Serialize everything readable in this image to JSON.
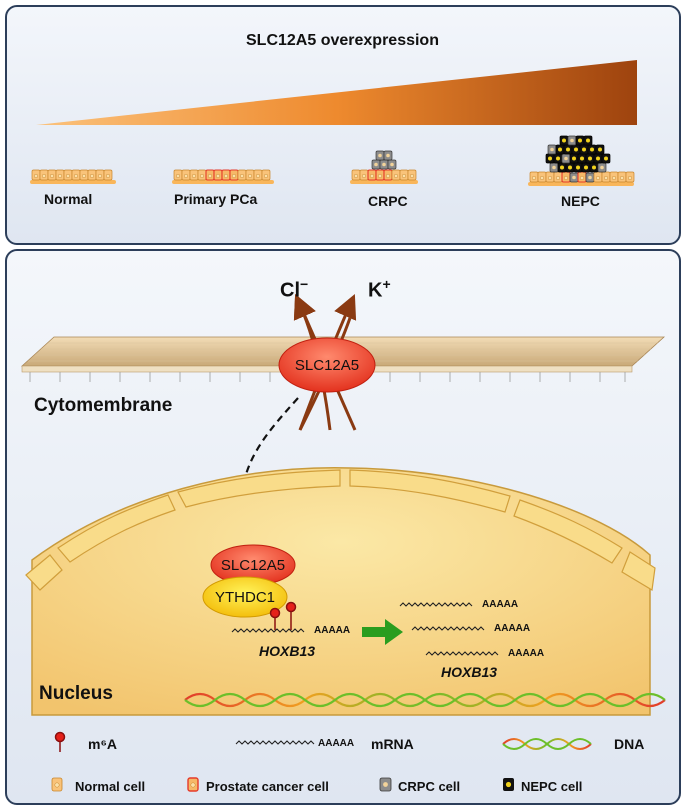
{
  "overview": {
    "title": "SLC12A5 overexpression",
    "stages": [
      "Normal",
      "Primary PCa",
      "CRPC",
      "NEPC"
    ]
  },
  "mechanism": {
    "ions": {
      "chloride": "Cl",
      "chloride_charge": "−",
      "potassium": "K",
      "potassium_charge": "+"
    },
    "transporter": "SLC12A5",
    "membrane_label": "Cytomembrane",
    "nuclear_protein_1": "SLC12A5",
    "nuclear_protein_2": "YTHDC1",
    "gene_label_left": "HOXB13",
    "gene_label_right": "HOXB13",
    "polya": "AAAAA",
    "nucleus_label": "Nucleus"
  },
  "legend": {
    "m6a": "m⁶A",
    "mrna": "mRNA",
    "dna": "DNA",
    "normal_cell": "Normal cell",
    "cancer_cell": "Prostate cancer cell",
    "crpc_cell": "CRPC cell",
    "nepc_cell": "NEPC cell"
  },
  "colors": {
    "panel_border": "#2c3e5a",
    "normal_cell": "#f9c37a",
    "cancer_cell": "#e53b2b",
    "crpc_cell": "#8c8c8c",
    "nepc_cell": "#111111",
    "arrow_green": "#2a9d1f",
    "gradient_start": "#f7a24a",
    "gradient_end": "#a3470f"
  }
}
